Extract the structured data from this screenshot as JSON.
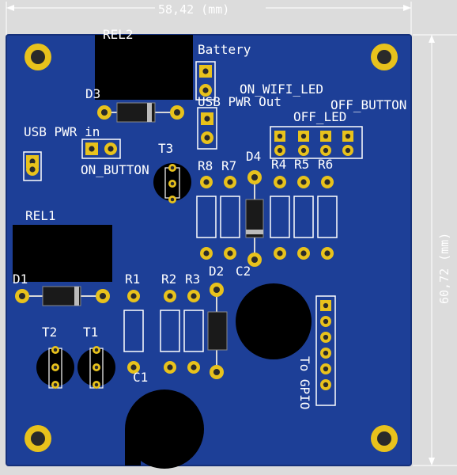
{
  "dimensions": {
    "width": "58,42 (mm)",
    "height": "60,72 (mm)"
  },
  "colors": {
    "board": "#1d3f97",
    "board_edge": "#15307a",
    "pad_ring": "#e8c21c",
    "pad_hole": "#2a2a2a",
    "silkscreen": "#ffffff",
    "component": "#000000",
    "dimension_line": "#ffffff"
  },
  "labels": {
    "rel2": "REL2",
    "battery": "Battery",
    "d_top": "D3",
    "on_wifi_led": "ON_WIFI_LED",
    "usb_pwr_out": "USB PWR Out",
    "off_button": "OFF_BUTTON",
    "off_led": "OFF_LED",
    "usb_pwr_in": "USB PWR in",
    "t3": "T3",
    "on_button": "ON_BUTTON",
    "r8": "R8",
    "r7": "R7",
    "d4": "D4",
    "r4": "R4",
    "r5": "R5",
    "r6": "R6",
    "rel1": "REL1",
    "d1": "D1",
    "r1": "R1",
    "r2": "R2",
    "r3": "R3",
    "d2": "D2",
    "c2": "C2",
    "t2": "T2",
    "t1": "T1",
    "c1": "C1",
    "to_gpio": "To GPIO"
  }
}
